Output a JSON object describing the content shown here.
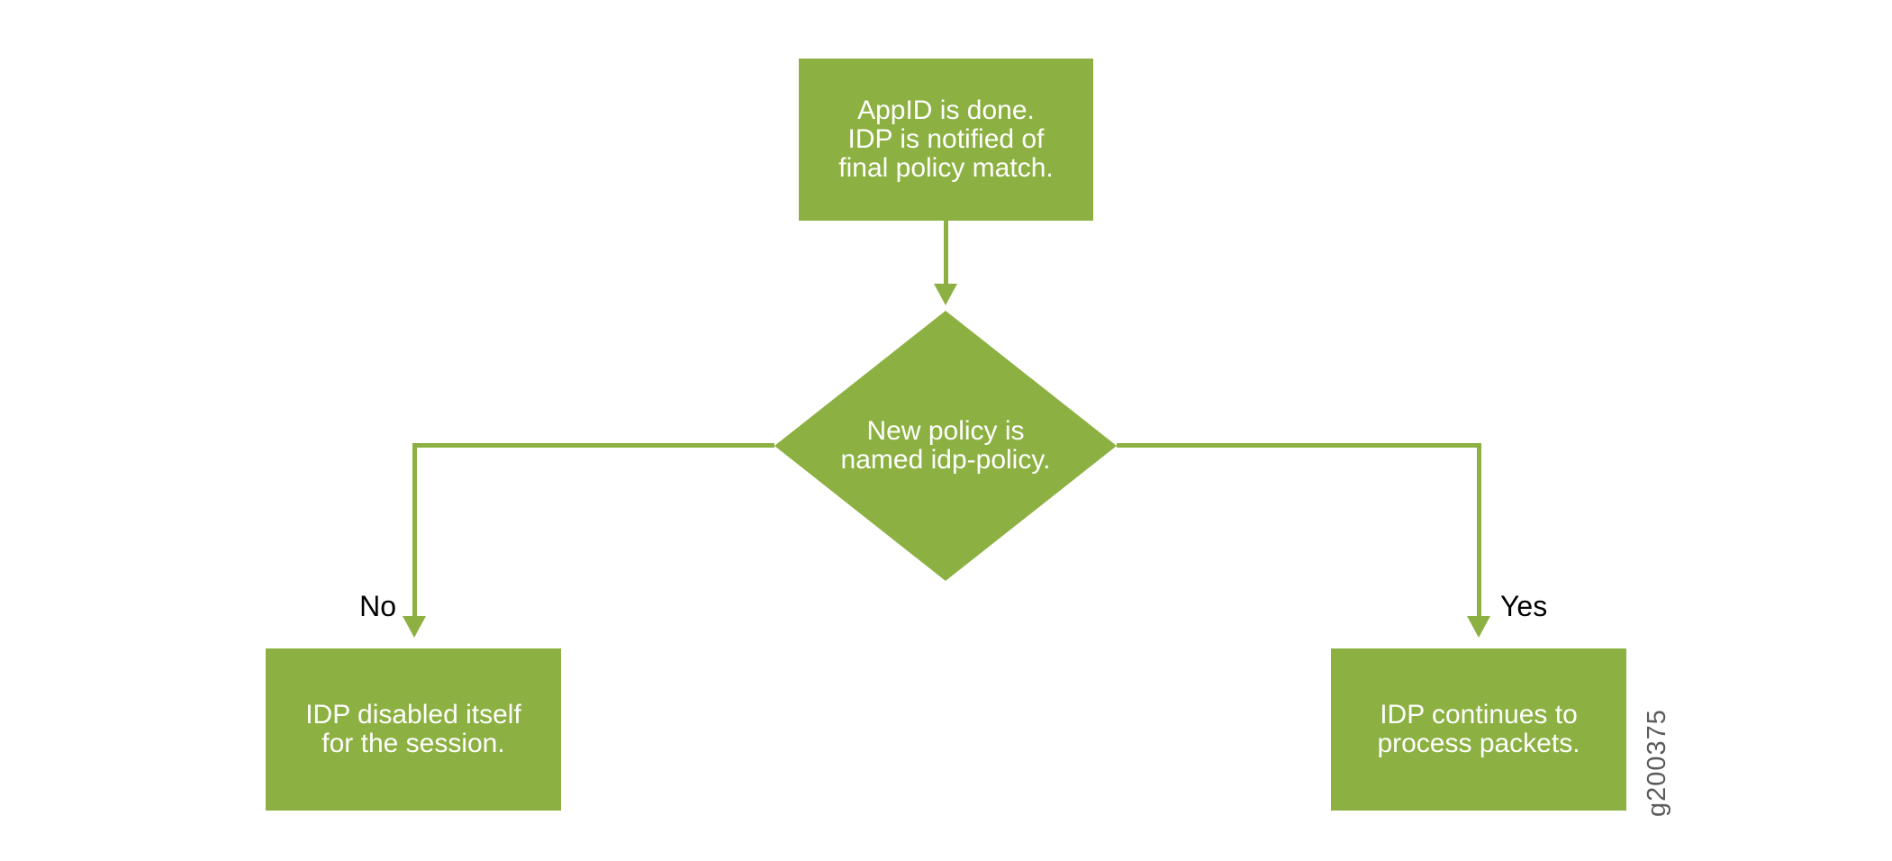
{
  "figure_id": "g200375",
  "colors": {
    "node_green": "#8CB142",
    "node_text_white": "#FFFFFF",
    "branch_label_black": "#000000",
    "figure_id_gray": "#5B5B5E",
    "background": "#FFFFFF"
  },
  "flowchart": {
    "start": {
      "text": "AppID is done.\nIDP is notified of\nfinal policy match."
    },
    "decision": {
      "text": "New policy is\nnamed idp-policy."
    },
    "branch_no": {
      "label": "No",
      "result": "IDP disabled itself\nfor the session."
    },
    "branch_yes": {
      "label": "Yes",
      "result": "IDP continues to\nprocess packets."
    }
  }
}
